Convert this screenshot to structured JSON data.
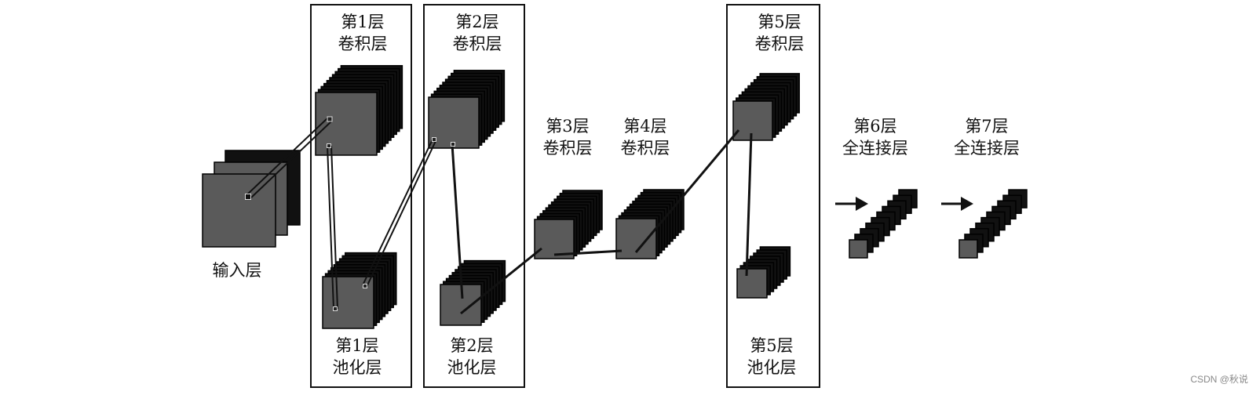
{
  "labels": {
    "input": "输入层",
    "conv1": [
      "第1层",
      "卷积层"
    ],
    "pool1": [
      "第1层",
      "池化层"
    ],
    "conv2": [
      "第2层",
      "卷积层"
    ],
    "pool2": [
      "第2层",
      "池化层"
    ],
    "conv3": [
      "第3层",
      "卷积层"
    ],
    "conv4": [
      "第4层",
      "卷积层"
    ],
    "conv5": [
      "第5层",
      "卷积层"
    ],
    "pool5": [
      "第5层",
      "池化层"
    ],
    "fc6": [
      "第6层",
      "全连接层"
    ],
    "fc7": [
      "第7层",
      "全连接层"
    ]
  },
  "watermark": "CSDN @秋说",
  "colors": {
    "front_face": "#5a5a5a",
    "stack_face": "#111111",
    "frame": "#111111",
    "connector": "#111111"
  }
}
